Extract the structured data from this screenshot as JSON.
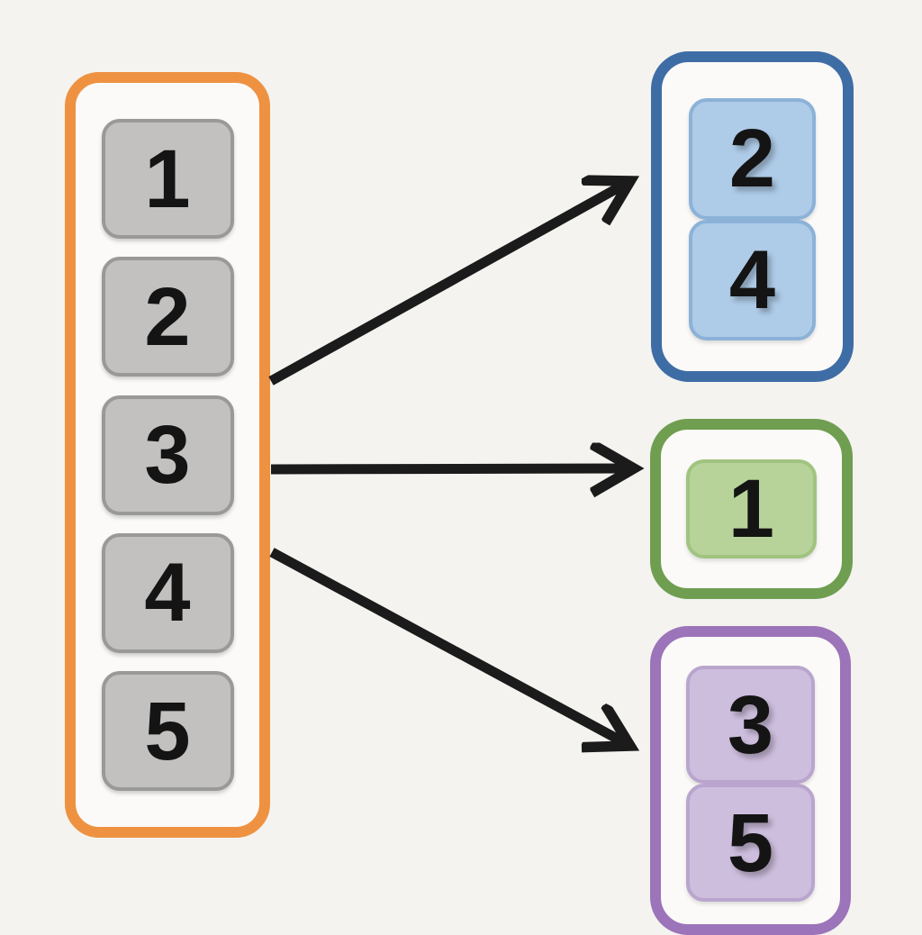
{
  "diagram": {
    "background": "#f4f3ef",
    "panel_fill": "#fbfaf8",
    "arrow_color": "#1b1b1b",
    "source_list": {
      "name": "source-list",
      "border_color": "#ee9242",
      "cell_fill": "#c2c1c0",
      "cell_border": "#999997",
      "items": [
        "1",
        "2",
        "3",
        "4",
        "5"
      ]
    },
    "groups": [
      {
        "name": "blue-group",
        "border_color": "#3e6da6",
        "cell_fill": "#aecbe8",
        "cell_border": "#8cb2d8",
        "items": [
          "2",
          "4"
        ]
      },
      {
        "name": "green-group",
        "border_color": "#6f9e51",
        "cell_fill": "#b7d39a",
        "cell_border": "#a0c480",
        "items": [
          "1"
        ]
      },
      {
        "name": "purple-group",
        "border_color": "#9c74b9",
        "cell_fill": "#cebede",
        "cell_border": "#b9a5ce",
        "items": [
          "3",
          "5"
        ]
      }
    ],
    "connections": [
      {
        "from": "source-list",
        "to": "blue-group"
      },
      {
        "from": "source-list",
        "to": "green-group"
      },
      {
        "from": "source-list",
        "to": "purple-group"
      }
    ]
  }
}
